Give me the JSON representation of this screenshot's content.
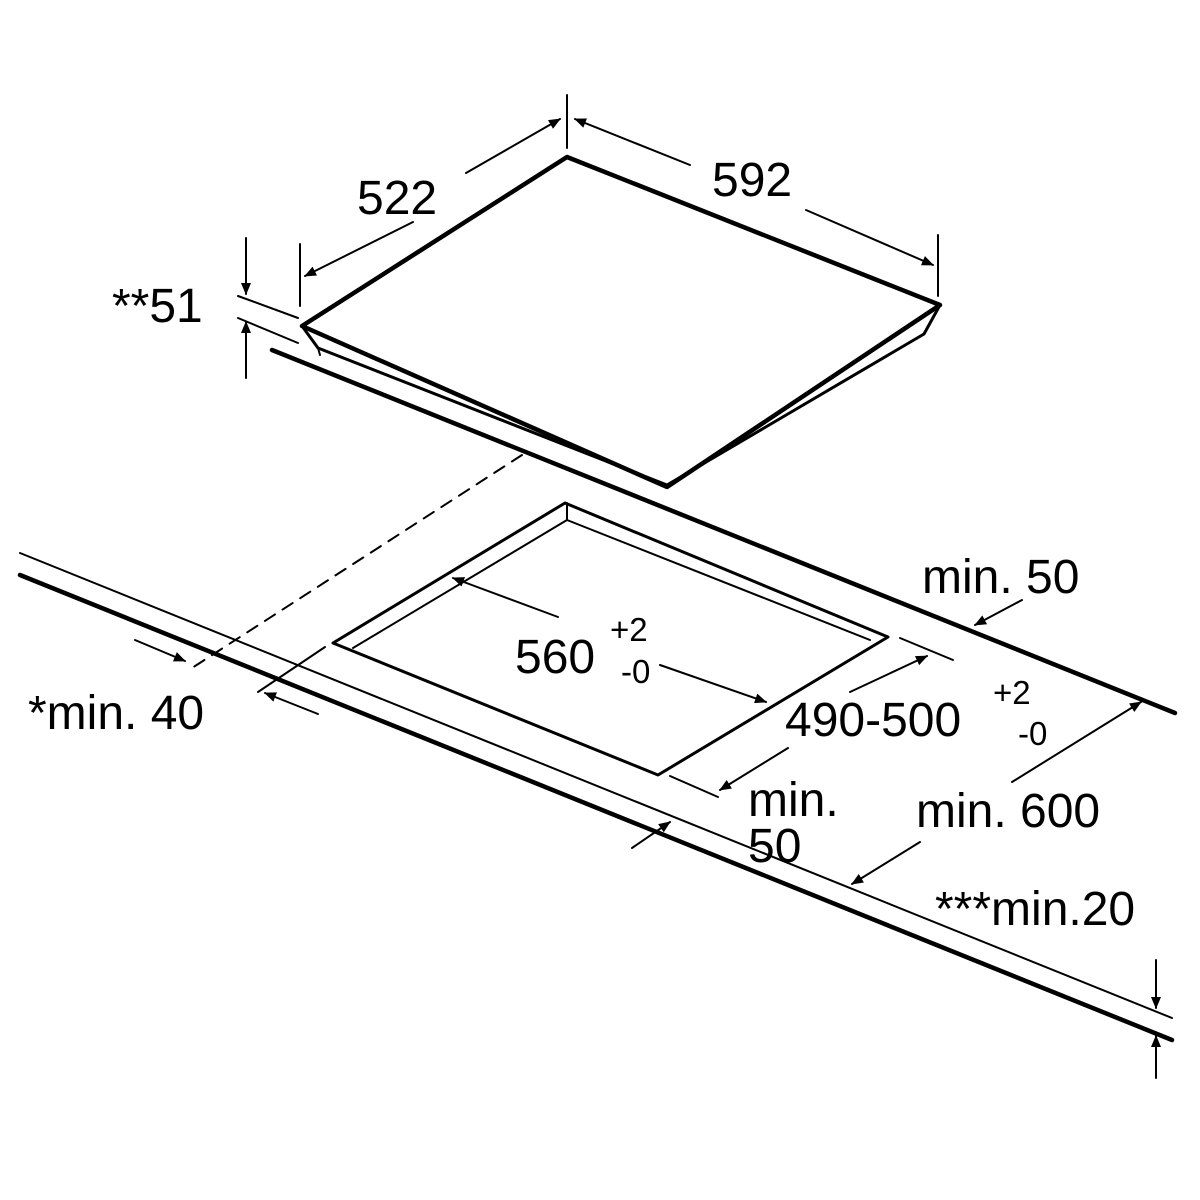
{
  "labels": {
    "hob_depth": "522",
    "hob_width": "592",
    "hob_height": "**51",
    "cutout_width": "560",
    "cutout_width_tol_plus": "+2",
    "cutout_width_tol_minus": "-0",
    "cutout_depth": "490-500",
    "cutout_depth_tol_plus": "+2",
    "cutout_depth_tol_minus": "-0",
    "back_clearance": "min. 50",
    "front_edge_min": "*min. 40",
    "side_clearance_line1": "min.",
    "side_clearance_line2": "50",
    "worktop_depth": "min. 600",
    "worktop_thickness": "***min.20"
  },
  "colors": {
    "line": "#000000",
    "background": "#ffffff"
  }
}
